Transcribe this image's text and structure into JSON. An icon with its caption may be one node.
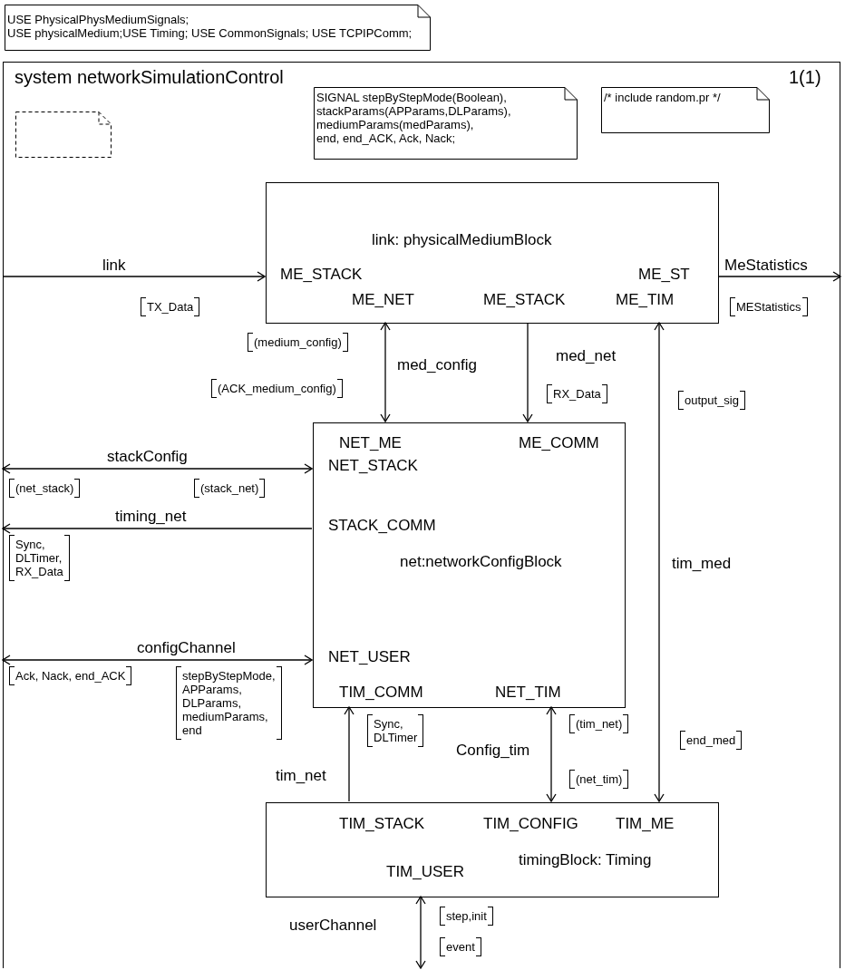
{
  "diagram": {
    "nodes": [
      {
        "text": [
          "USE PhysicalPhysMediumSignals; USE physicalMedium;USE Timing; USE CommonSignals; USE TCPIPComm;"
        ]
      },
      {
        "text": [
          "system networkSimulationControl",
          "1(1)"
        ]
      },
      {
        "text": [],
        "shape": "box",
        "in": 1
      },
      {
        "text": [
          "SIGNAL stepByStepMode(Boolean), stackParams(APParams,DLParams), mediumParams(medParams), end, end_ACK, Ack, Nack;"
        ],
        "in": 1
      },
      {
        "text": [
          "/* include random.pr */"
        ],
        "in": 1
      },
      {
        "text": [
          "link: physicalMediumBlock",
          "ME_STACK",
          "ME_ST",
          "ME_NET",
          "ME_STACK",
          "ME_TIM"
        ],
        "in": 1
      },
      {
        "text": [
          "NET_ME",
          "ME_COMM",
          "NET_STACK",
          "STACK_COMM",
          "net:networkConfigBlock",
          "NET_USER",
          "TIM_COMM",
          "NET_TIM"
        ],
        "in": 1
      },
      {
        "text": [
          "TIM_STACK",
          "TIM_CONFIG",
          "TIM_ME",
          "timingBlock: Timing",
          "TIM_USER"
        ],
        "in": 1
      }
    ],
    "edges": [
      {
        "from": 1,
        "to": 5,
        "arrow": "to",
        "label": "link"
      },
      {
        "from": 5,
        "to": 1,
        "arrow": "to",
        "label": "MeStatistics"
      },
      {
        "from": 5,
        "to": 6,
        "arrow": "both",
        "label": "med_config"
      },
      {
        "from": 5,
        "to": 6,
        "arrow": "to",
        "label": "med_net"
      },
      {
        "from": 7,
        "to": 5,
        "arrow": "both",
        "label": "tim_med"
      },
      {
        "from": 6,
        "to": 1,
        "arrow": "both",
        "label": "stackConfig"
      },
      {
        "from": 6,
        "to": 1,
        "arrow": "to",
        "label": "timing_net"
      },
      {
        "from": 6,
        "to": 1,
        "arrow": "both",
        "label": "configChannel"
      },
      {
        "from": 7,
        "to": 6,
        "arrow": "to",
        "label": "tim_net"
      },
      {
        "from": 6,
        "to": 7,
        "arrow": "both",
        "label": "Config_tim"
      },
      {
        "from": 7,
        "to": 1,
        "arrow": "both",
        "label": "userChannel"
      }
    ],
    "labels": [
      "TX_Data",
      "MEStatistics",
      "(medium_config)",
      "(ACK_medium_config)",
      "RX_Data",
      "output_sig",
      "(net_stack)",
      "(stack_net)",
      "Sync, DLTimer, RX_Data",
      "Ack, Nack, end_ACK",
      "stepByStepMode, APParams, DLParams, mediumParams, end",
      "Sync, DLTimer",
      "(tim_net)",
      "end_med",
      "(net_tim)",
      "step,init",
      "event"
    ]
  }
}
